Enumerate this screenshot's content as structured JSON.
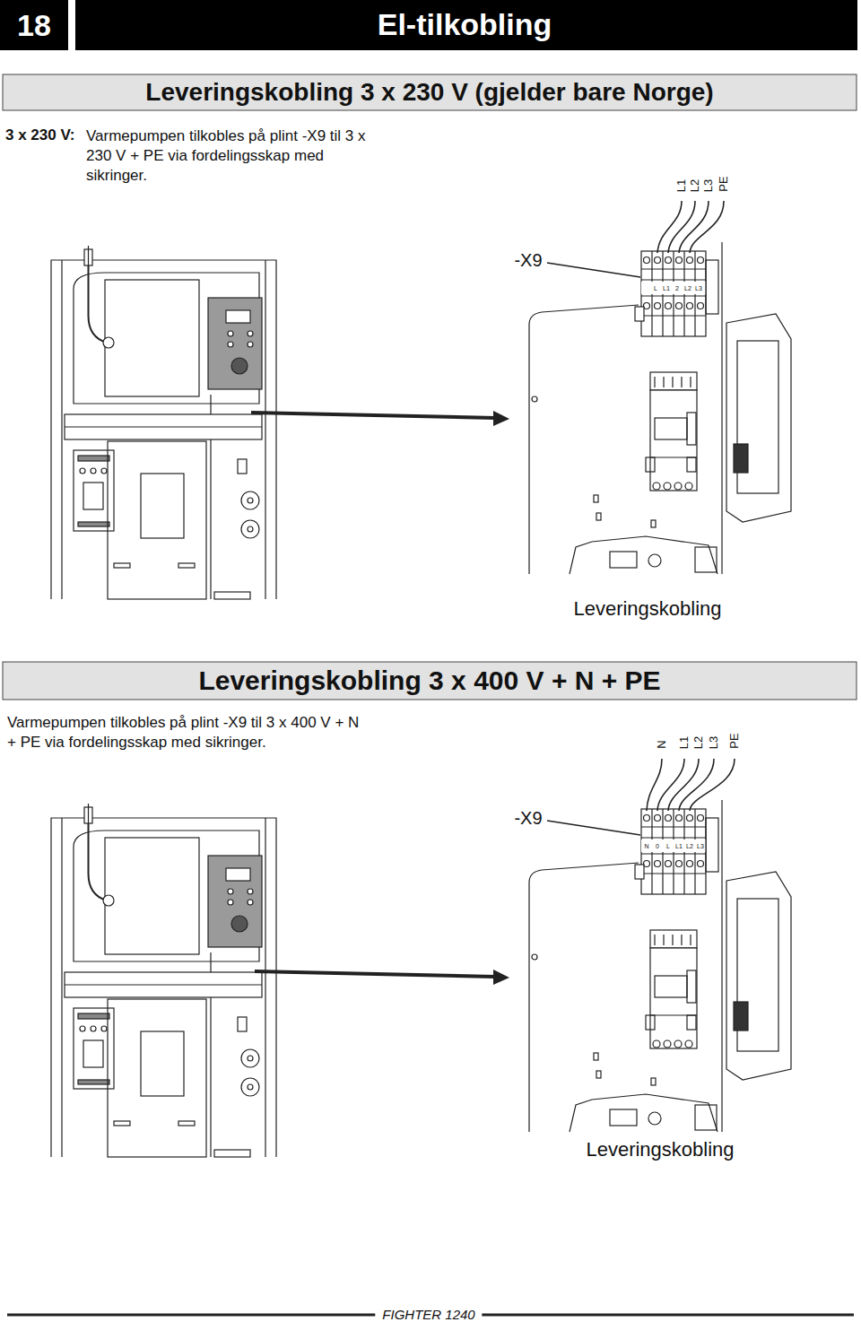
{
  "diagram": {
    "title": "El-tilkobling",
    "nodes": [
      {
        "text": [
          "18"
        ]
      },
      {
        "text": [
          "Leveringskobling 3 x 230 V (gjelder bare Norge)"
        ]
      },
      {
        "text": [
          "Leveringskobling 3 x 400 V + N + PE"
        ]
      }
    ],
    "labels": [
      "3 x 230 V:",
      "Varmepumpen tilkobles på plint -X9 til 3 x 230 V + PE via fordelingsskap med sikringer.",
      "L1",
      "L2",
      "L3",
      "PE",
      "-X9",
      "L",
      "L1",
      "2",
      "L2",
      "L3",
      "Leveringskobling",
      "Varmepumpen tilkobles på plint -X9 til 3 x 400 V + N + PE via fordelingsskap med sikringer.",
      "N",
      "L1",
      "L2",
      "L3",
      "PE",
      "-X9",
      "N",
      "0",
      "L",
      "L1",
      "L2",
      "L3",
      "Leveringskobling",
      "FIGHTER 1240"
    ]
  }
}
